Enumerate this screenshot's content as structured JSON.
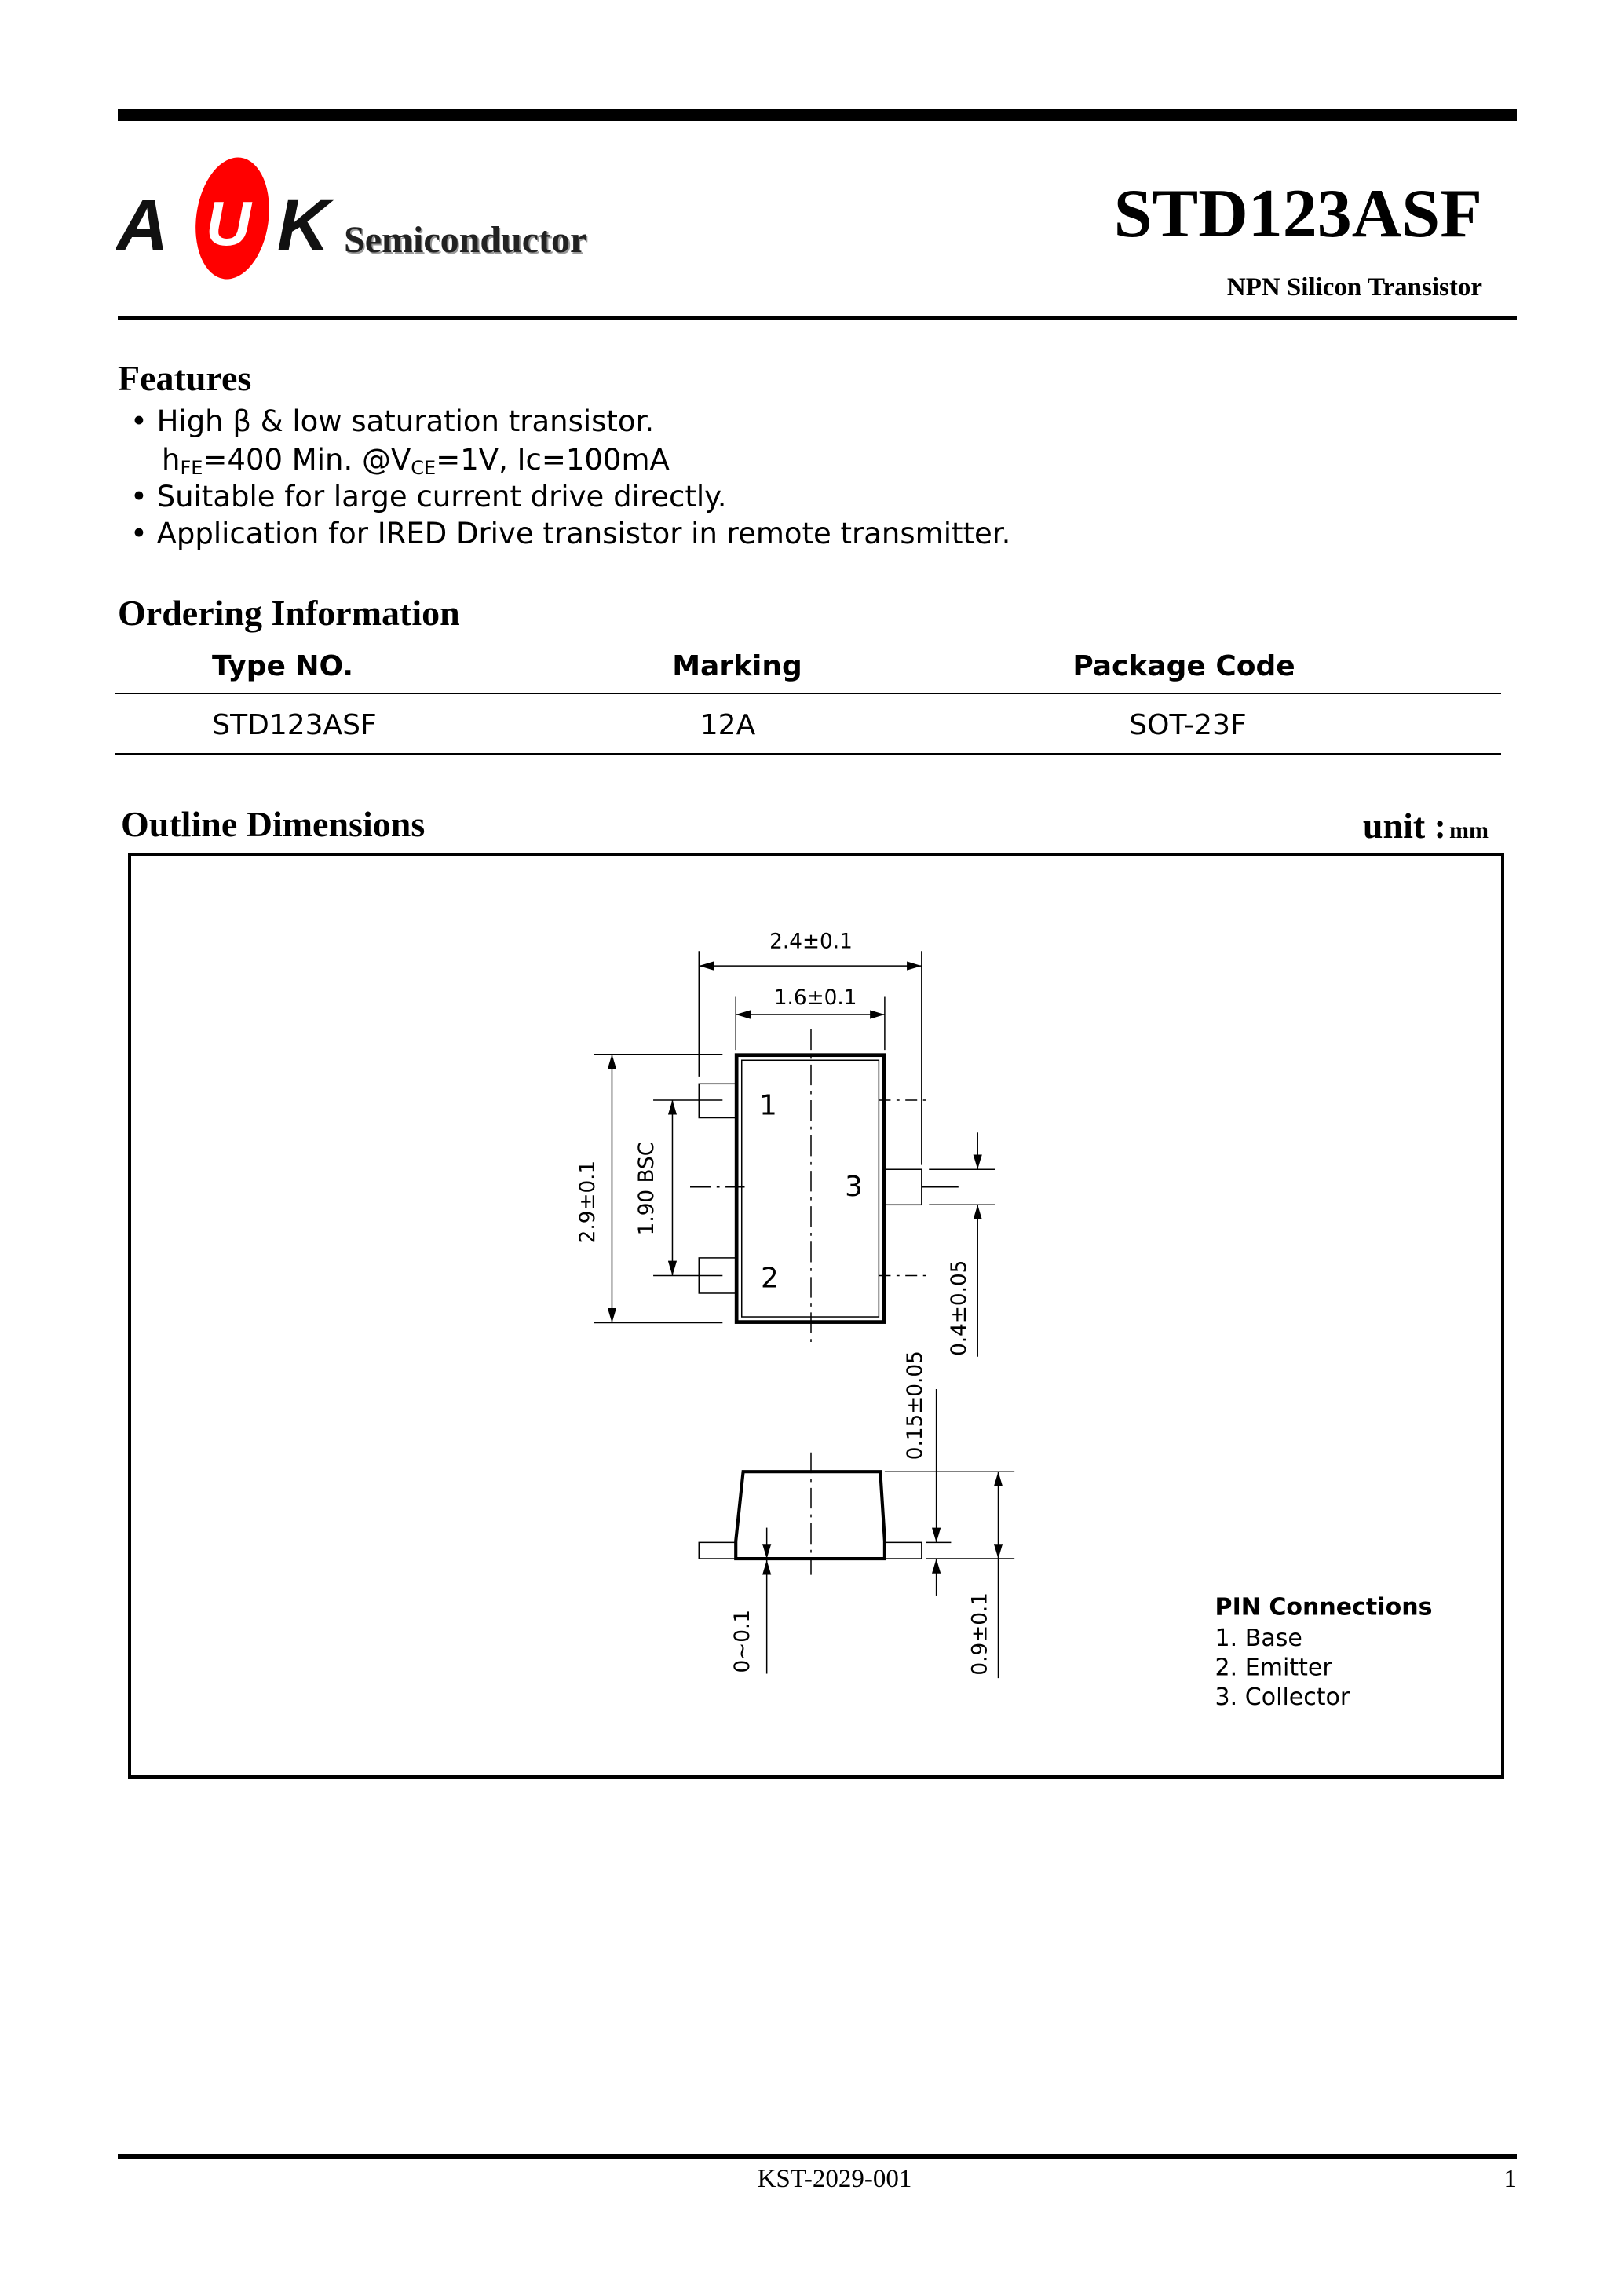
{
  "header": {
    "logo_text": "AUK",
    "company": "Semiconductor",
    "part_number": "STD123ASF",
    "subtitle": "NPN Silicon Transistor"
  },
  "features": {
    "title": "Features",
    "items": [
      {
        "bullet": "•",
        "text": "High  β & low saturation transistor."
      },
      {
        "h": "h",
        "fe": "FE",
        "mid": "=400 Min. @V",
        "ce": "CE",
        "end": "=1V, Ic=100mA"
      },
      {
        "bullet": "•",
        "text": "Suitable for large current drive directly."
      },
      {
        "bullet": "•",
        "text": "Application for IRED Drive transistor in remote transmitter."
      }
    ]
  },
  "ordering": {
    "title": "Ordering Information",
    "columns": [
      "Type NO.",
      "Marking",
      "Package Code"
    ],
    "rows": [
      [
        "STD123ASF",
        "12A",
        "SOT-23F"
      ]
    ]
  },
  "outline": {
    "title": "Outline Dimensions",
    "unit_label": "unit :",
    "unit": "mm",
    "dims": {
      "width_total": "2.4±0.1",
      "width_body": "1.6±0.1",
      "height_total": "2.9±0.1",
      "pitch": "1.90 BSC",
      "lead_width": "0.4±0.05",
      "lead_thickness": "0.15±0.05",
      "standoff": "0~0.1",
      "height": "0.9±0.1"
    },
    "pin_labels": [
      "1",
      "2",
      "3"
    ],
    "pin_connections": {
      "title": "PIN Connections",
      "items": [
        "1. Base",
        "2. Emitter",
        "3. Collector"
      ]
    }
  },
  "footer": {
    "doc_number": "KST-2029-001",
    "page": "1"
  }
}
